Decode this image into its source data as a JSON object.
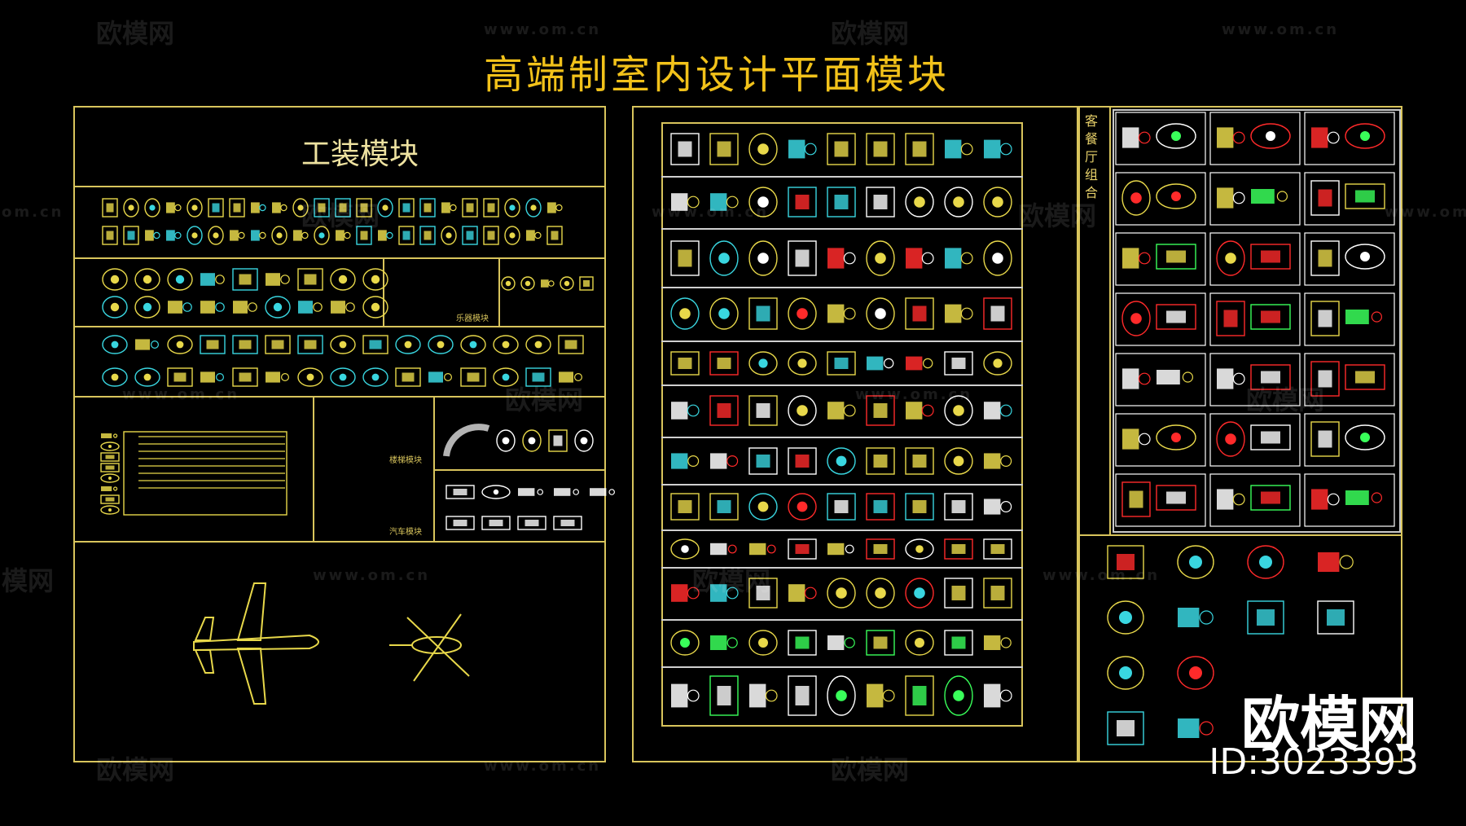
{
  "page_title": "高端制室内设计平面模块",
  "left_panel": {
    "title": "工装模块",
    "labels": {
      "music": "乐器模块",
      "stairs": "楼梯模块",
      "cars": "汽车模块"
    }
  },
  "right_panel": {
    "vertical_label": "客餐厅组合"
  },
  "watermarks": {
    "brand_cn": "欧模网",
    "url": "www.om.cn",
    "url_partial": "om.cn",
    "brand_partial": "模网"
  },
  "corner_brand": {
    "name": "欧模网",
    "id": "ID:3023393"
  },
  "colors": {
    "frame": "#d8c45c",
    "title": "#f2c21a",
    "block_yellow": "#e8d84a",
    "block_cyan": "#39d6e0",
    "block_red": "#ff2a2a",
    "block_green": "#39ff5a",
    "block_white": "#ffffff"
  }
}
